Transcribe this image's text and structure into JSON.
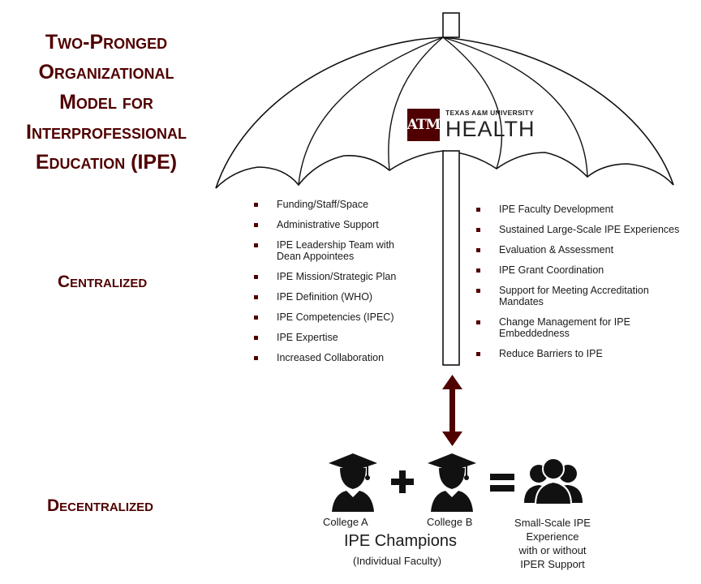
{
  "title_lines": [
    "Two-Pronged",
    "Organizational",
    "Model for",
    "Interprofessional",
    "Education (IPE)"
  ],
  "centralized_label": "Centralized",
  "decentralized_label": "Decentralized",
  "logo": {
    "small": "TEXAS A&M UNIVERSITY",
    "big": "HEALTH",
    "mark": "ATM"
  },
  "left_items": [
    "Funding/Staff/Space",
    "Administrative Support",
    "IPE Leadership Team with Dean Appointees",
    "IPE Mission/Strategic Plan",
    "IPE Definition (WHO)",
    "IPE Competencies (IPEC)",
    "IPE Expertise",
    "Increased Collaboration"
  ],
  "right_items": [
    "IPE Faculty Development",
    "Sustained Large-Scale IPE Experiences",
    "Evaluation & Assessment",
    "IPE Grant Coordination",
    "Support for Meeting Accreditation Mandates",
    "Change Management for IPE Embeddedness",
    "Reduce Barriers to IPE"
  ],
  "college_a": "College A",
  "college_b": "College B",
  "plus": "+",
  "equals": "=",
  "champions_title": "IPE Champions",
  "champions_sub": "(Individual Faculty)",
  "result_lines": [
    "Small-Scale IPE",
    "Experience",
    "with or without",
    "IPER Support"
  ],
  "colors": {
    "maroon": "#500000",
    "black": "#111111"
  },
  "icons": [
    "graduate-icon",
    "plus-icon",
    "equals-icon",
    "group-icon",
    "double-arrow-icon"
  ]
}
